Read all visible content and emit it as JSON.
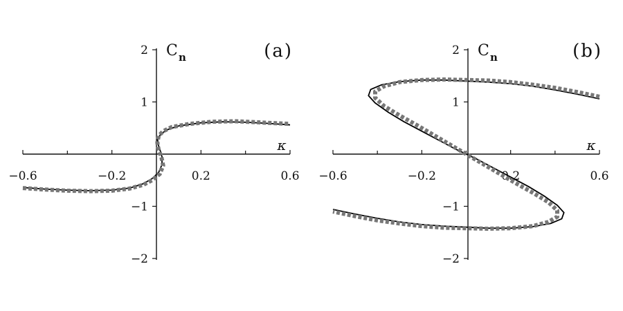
{
  "chart_data": [
    {
      "type": "line",
      "panel_label": "(a)",
      "ylabel_main": "C",
      "ylabel_sub": "n",
      "xlabel": "κ",
      "xlim": [
        -0.6,
        0.6
      ],
      "ylim": [
        -2,
        2
      ],
      "x_ticks": [
        -0.6,
        -0.2,
        0.2,
        0.6
      ],
      "x_tick_labels": [
        "−0.6",
        "−0.2",
        "0.2",
        "0.6"
      ],
      "y_ticks": [
        -2,
        -1,
        1,
        2
      ],
      "y_tick_labels": [
        "−2",
        "−1",
        "1",
        "2"
      ],
      "series": [
        {
          "style": "solid",
          "color": "#000000",
          "points": [
            [
              -0.6,
              -0.64
            ],
            [
              -0.5,
              -0.67
            ],
            [
              -0.4,
              -0.69
            ],
            [
              -0.3,
              -0.7
            ],
            [
              -0.2,
              -0.69
            ],
            [
              -0.12,
              -0.65
            ],
            [
              -0.06,
              -0.57
            ],
            [
              -0.02,
              -0.47
            ],
            [
              0.01,
              -0.35
            ],
            [
              0.025,
              -0.2
            ],
            [
              0.025,
              -0.05
            ],
            [
              0.018,
              0.05
            ],
            [
              0.008,
              0.18
            ],
            [
              0.005,
              0.28
            ],
            [
              0.02,
              0.39
            ],
            [
              0.05,
              0.47
            ],
            [
              0.1,
              0.54
            ],
            [
              0.2,
              0.6
            ],
            [
              0.3,
              0.62
            ],
            [
              0.4,
              0.61
            ],
            [
              0.5,
              0.59
            ],
            [
              0.6,
              0.56
            ]
          ]
        },
        {
          "style": "dotted",
          "color": "#777777",
          "points": [
            [
              -0.6,
              -0.65
            ],
            [
              -0.5,
              -0.68
            ],
            [
              -0.4,
              -0.7
            ],
            [
              -0.3,
              -0.71
            ],
            [
              -0.2,
              -0.7
            ],
            [
              -0.12,
              -0.66
            ],
            [
              -0.06,
              -0.59
            ],
            [
              -0.02,
              -0.5
            ],
            [
              0.015,
              -0.38
            ],
            [
              0.03,
              -0.22
            ],
            [
              0.022,
              -0.05
            ],
            [
              0.01,
              0.08
            ],
            [
              0.004,
              0.22
            ],
            [
              0.01,
              0.35
            ],
            [
              0.03,
              0.44
            ],
            [
              0.07,
              0.52
            ],
            [
              0.15,
              0.58
            ],
            [
              0.25,
              0.62
            ],
            [
              0.35,
              0.63
            ],
            [
              0.45,
              0.61
            ],
            [
              0.55,
              0.59
            ],
            [
              0.6,
              0.58
            ]
          ]
        }
      ]
    },
    {
      "type": "line",
      "panel_label": "(b)",
      "ylabel_main": "C",
      "ylabel_sub": "n",
      "xlabel": "κ",
      "xlim": [
        -0.6,
        0.6
      ],
      "ylim": [
        -2,
        2
      ],
      "x_ticks": [
        -0.6,
        -0.2,
        0.2,
        0.6
      ],
      "x_tick_labels": [
        "−0.6",
        "−0.2",
        "0.2",
        "0.6"
      ],
      "y_ticks": [
        -2,
        -1,
        1,
        2
      ],
      "y_tick_labels": [
        "−2",
        "−1",
        "1",
        "2"
      ],
      "series": [
        {
          "style": "solid",
          "color": "#000000",
          "points": [
            [
              0.6,
              1.06
            ],
            [
              0.5,
              1.15
            ],
            [
              0.4,
              1.23
            ],
            [
              0.3,
              1.3
            ],
            [
              0.2,
              1.35
            ],
            [
              0.1,
              1.38
            ],
            [
              0.0,
              1.4
            ],
            [
              -0.1,
              1.42
            ],
            [
              -0.2,
              1.42
            ],
            [
              -0.3,
              1.39
            ],
            [
              -0.38,
              1.33
            ],
            [
              -0.43,
              1.24
            ],
            [
              -0.44,
              1.12
            ],
            [
              -0.41,
              0.98
            ],
            [
              -0.35,
              0.8
            ],
            [
              -0.28,
              0.62
            ],
            [
              -0.2,
              0.44
            ],
            [
              -0.12,
              0.26
            ],
            [
              -0.05,
              0.1
            ],
            [
              0.0,
              0.0
            ],
            [
              0.05,
              -0.1
            ],
            [
              0.12,
              -0.26
            ],
            [
              0.2,
              -0.44
            ],
            [
              0.28,
              -0.62
            ],
            [
              0.35,
              -0.8
            ],
            [
              0.41,
              -0.98
            ],
            [
              0.44,
              -1.12
            ],
            [
              0.43,
              -1.24
            ],
            [
              0.38,
              -1.33
            ],
            [
              0.3,
              -1.39
            ],
            [
              0.2,
              -1.42
            ],
            [
              0.1,
              -1.42
            ],
            [
              0.0,
              -1.4
            ],
            [
              -0.1,
              -1.38
            ],
            [
              -0.2,
              -1.35
            ],
            [
              -0.3,
              -1.3
            ],
            [
              -0.4,
              -1.23
            ],
            [
              -0.5,
              -1.15
            ],
            [
              -0.6,
              -1.06
            ]
          ]
        },
        {
          "style": "dotted",
          "color": "#777777",
          "points": [
            [
              0.6,
              1.1
            ],
            [
              0.5,
              1.19
            ],
            [
              0.4,
              1.27
            ],
            [
              0.3,
              1.33
            ],
            [
              0.2,
              1.38
            ],
            [
              0.1,
              1.41
            ],
            [
              0.0,
              1.42
            ],
            [
              -0.1,
              1.43
            ],
            [
              -0.2,
              1.42
            ],
            [
              -0.3,
              1.38
            ],
            [
              -0.37,
              1.3
            ],
            [
              -0.41,
              1.2
            ],
            [
              -0.41,
              1.08
            ],
            [
              -0.37,
              0.92
            ],
            [
              -0.3,
              0.74
            ],
            [
              -0.22,
              0.55
            ],
            [
              -0.14,
              0.35
            ],
            [
              -0.06,
              0.15
            ],
            [
              0.0,
              0.0
            ],
            [
              0.06,
              -0.15
            ],
            [
              0.14,
              -0.35
            ],
            [
              0.22,
              -0.55
            ],
            [
              0.3,
              -0.74
            ],
            [
              0.37,
              -0.92
            ],
            [
              0.41,
              -1.08
            ],
            [
              0.41,
              -1.2
            ],
            [
              0.37,
              -1.3
            ],
            [
              0.3,
              -1.38
            ],
            [
              0.2,
              -1.42
            ],
            [
              0.1,
              -1.43
            ],
            [
              0.0,
              -1.42
            ],
            [
              -0.1,
              -1.41
            ],
            [
              -0.2,
              -1.38
            ],
            [
              -0.3,
              -1.33
            ],
            [
              -0.4,
              -1.27
            ],
            [
              -0.5,
              -1.19
            ],
            [
              -0.6,
              -1.1
            ]
          ]
        }
      ]
    }
  ]
}
